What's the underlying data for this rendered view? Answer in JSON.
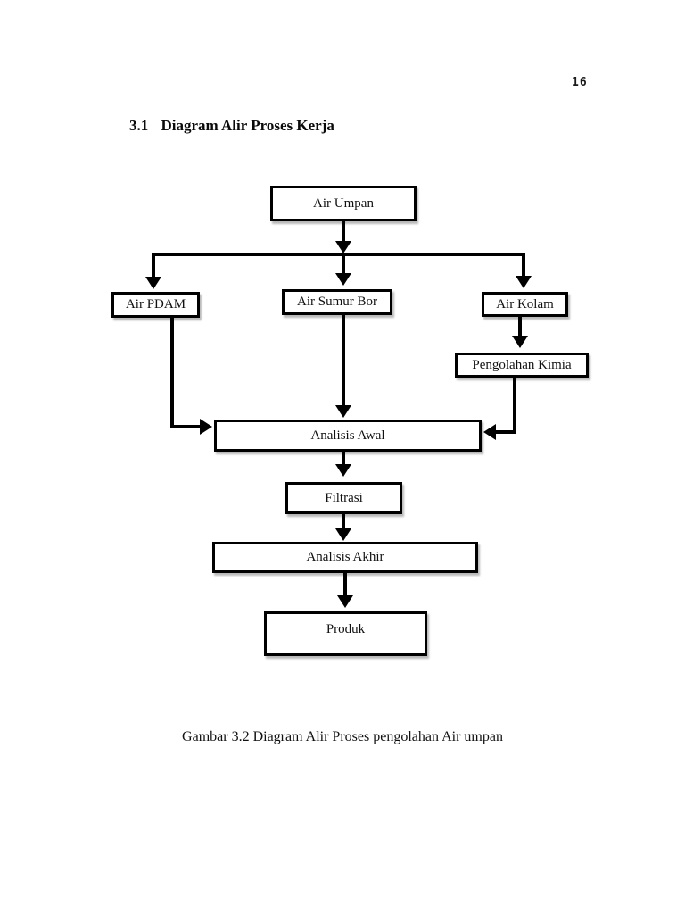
{
  "page": {
    "number": "16"
  },
  "heading": {
    "number": "3.1",
    "title": "Diagram Alir Proses Kerja"
  },
  "diagram": {
    "nodes": [
      {
        "id": "air-umpan",
        "label": "Air Umpan"
      },
      {
        "id": "air-pdam",
        "label": "Air PDAM"
      },
      {
        "id": "air-sumur-bor",
        "label": "Air Sumur Bor"
      },
      {
        "id": "air-kolam",
        "label": "Air Kolam"
      },
      {
        "id": "pengolahan-kimia",
        "label": "Pengolahan Kimia"
      },
      {
        "id": "analisis-awal",
        "label": "Analisis Awal"
      },
      {
        "id": "filtrasi",
        "label": "Filtrasi"
      },
      {
        "id": "analisis-akhir",
        "label": "Analisis Akhir"
      },
      {
        "id": "produk",
        "label": "Produk"
      }
    ],
    "edges": [
      {
        "from": "air-umpan",
        "to": "air-pdam"
      },
      {
        "from": "air-umpan",
        "to": "air-sumur-bor"
      },
      {
        "from": "air-umpan",
        "to": "air-kolam"
      },
      {
        "from": "air-kolam",
        "to": "pengolahan-kimia"
      },
      {
        "from": "air-pdam",
        "to": "analisis-awal"
      },
      {
        "from": "air-sumur-bor",
        "to": "analisis-awal"
      },
      {
        "from": "pengolahan-kimia",
        "to": "analisis-awal"
      },
      {
        "from": "analisis-awal",
        "to": "filtrasi"
      },
      {
        "from": "filtrasi",
        "to": "analisis-akhir"
      },
      {
        "from": "analisis-akhir",
        "to": "produk"
      }
    ]
  },
  "caption": {
    "text": "Gambar 3.2 Diagram Alir Proses pengolahan Air umpan"
  },
  "colors": {
    "ink": "#000000",
    "paper": "#ffffff"
  }
}
